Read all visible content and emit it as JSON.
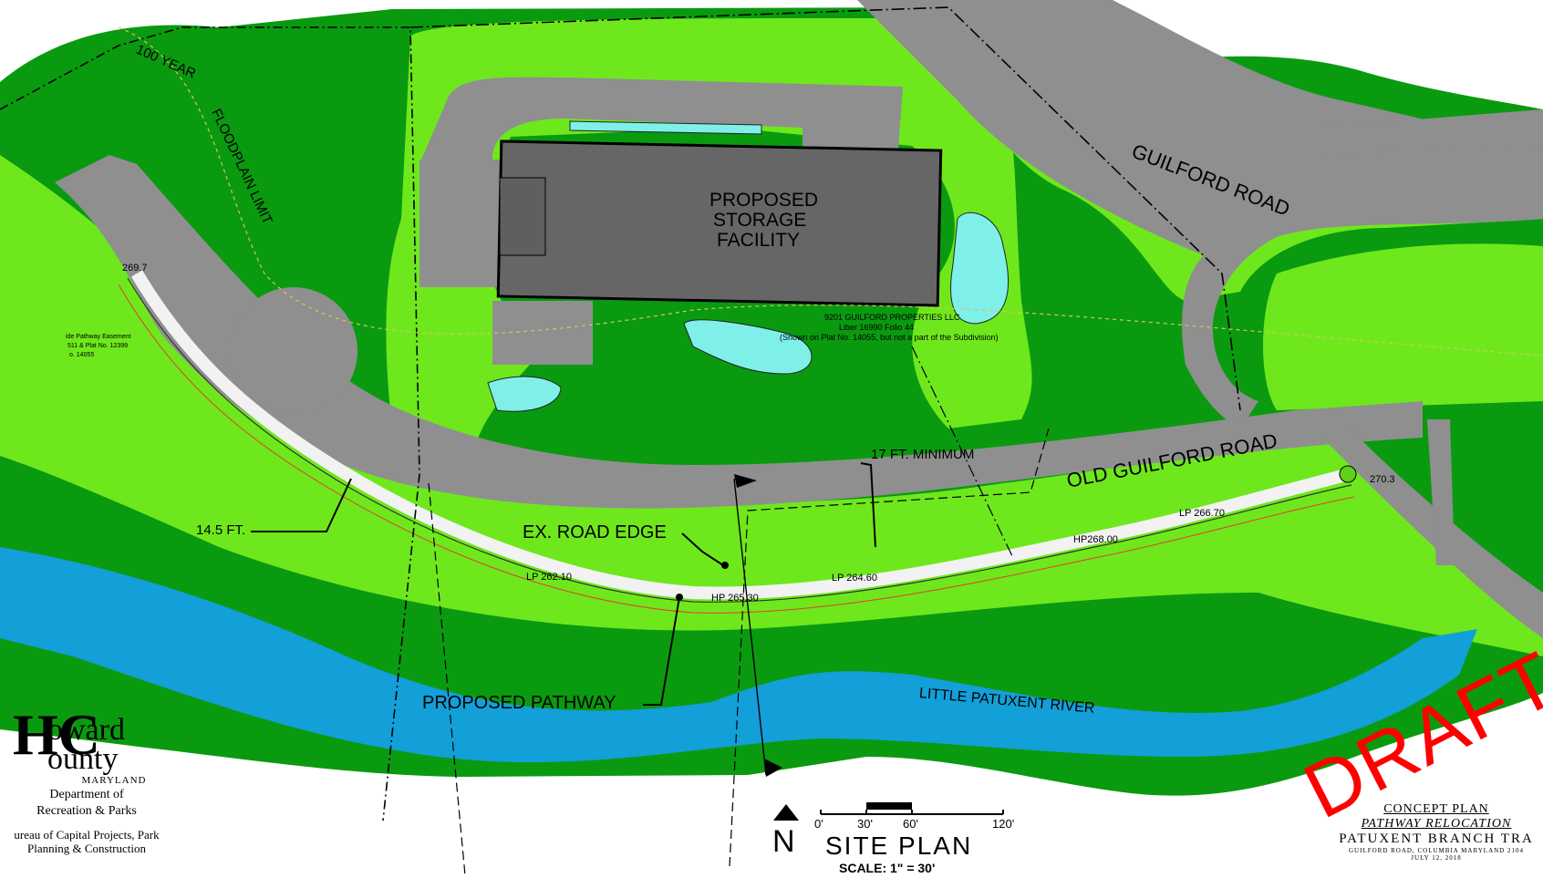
{
  "labels": {
    "storage_line1": "PROPOSED",
    "storage_line2": "STORAGE",
    "storage_line3": "FACILITY",
    "guilford_road": "GUILFORD  ROAD",
    "old_guilford_road": "OLD  GUILFORD  ROAD",
    "floodplain_year": "100 YEAR",
    "floodplain_limit": "FLOODPLAIN  LIMIT",
    "min_width": "17 FT. MINIMUM",
    "width_145": "14.5 FT.",
    "road_edge": "EX. ROAD EDGE",
    "proposed_pathway": "PROPOSED PATHWAY",
    "river": "LITTLE   PATUXENT   RIVER",
    "property_owner": "9201 GUILFORD PROPERTIES LLC",
    "property_liber": "Liber 16990  Folio 44",
    "property_note": "(Shown on Plat No. 14055, but not a part of the Subdivision)",
    "easement_1": "ide Pathway Easement",
    "easement_2": "511 & Plat No. 12399",
    "easement_3": "o. 14055"
  },
  "elevations": {
    "e1": "269.7",
    "e2": "270.3",
    "lp1": "LP 262.10",
    "hp1": "HP 265.30",
    "lp2": "LP 264.60",
    "hp2": "HP268.00",
    "lp3": "LP 266.70"
  },
  "logo": {
    "initials": "HC",
    "word1": "oward",
    "word2": "ounty",
    "state": "MARYLAND",
    "dept1": "Department of",
    "dept2": "Recreation & Parks",
    "bureau1": "ureau of Capital Projects, Park",
    "bureau2": "Planning & Construction"
  },
  "plan": {
    "title": "SITE  PLAN",
    "scale": "SCALE: 1\" = 30'",
    "north": "N",
    "ticks": [
      "0'",
      "30'",
      "60'",
      "120'"
    ]
  },
  "title_block": {
    "line1": "CONCEPT  PLAN",
    "line2": "PATHWAY  RELOCATION",
    "line3": "PATUXENT  BRANCH  TRA",
    "line4": "GUILFORD ROAD,   COLUMBIA  MARYLAND   2104",
    "line5": "JULY  12,  2018"
  },
  "watermark": "DRAFT",
  "colors": {
    "dark_green": "#0a9a10",
    "lime": "#6ee81c",
    "road": "#8f8f8f",
    "river": "#139fd8",
    "pond": "#7ff0e8",
    "building": "#666666",
    "draft_red": "#ff0000"
  }
}
